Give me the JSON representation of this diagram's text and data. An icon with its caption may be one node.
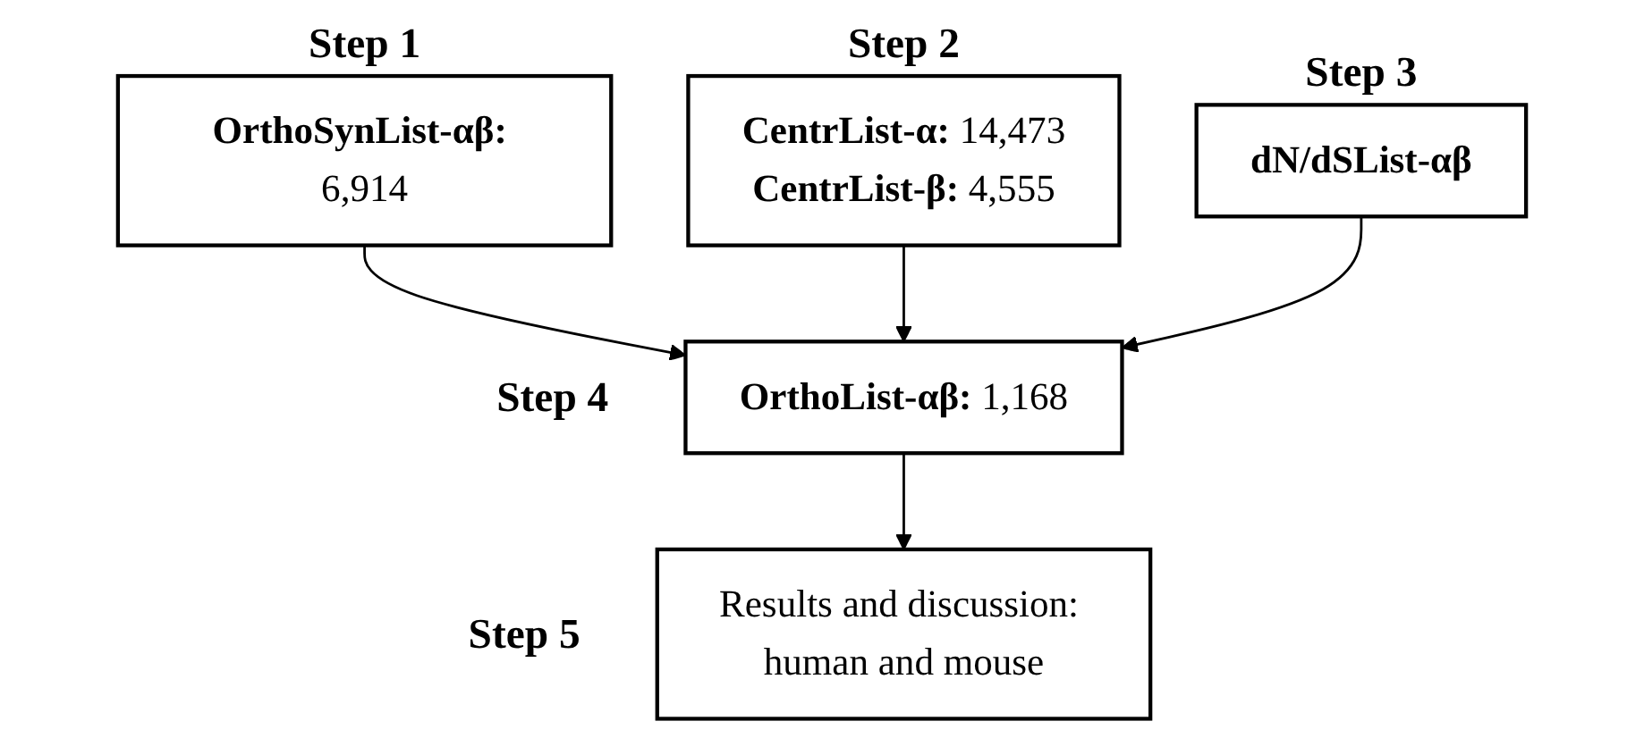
{
  "diagram": {
    "nodes": [
      {
        "text": [
          "**OrthoSynList-αβ:** 6,914"
        ],
        "beside": [
          "Step 1"
        ]
      },
      {
        "text": [
          "**CentrList-α:** 14,473",
          "**CentrList-β:** 4,555"
        ],
        "beside": [
          "Step 2"
        ]
      },
      {
        "text": [
          "dN/dSList-αβ"
        ],
        "beside": [
          "Step 3"
        ]
      },
      {
        "text": [
          "**OrthoList-αβ:** 1,168"
        ],
        "beside": [
          "Step 4"
        ]
      },
      {
        "text": [
          "Results and discussion: human and mouse"
        ],
        "beside": [
          "Step 5"
        ]
      }
    ],
    "edges": [
      {
        "from": 0,
        "to": 3,
        "arrow": "to"
      },
      {
        "from": 1,
        "to": 3,
        "arrow": "to"
      },
      {
        "from": 2,
        "to": 3,
        "arrow": "to"
      },
      {
        "from": 3,
        "to": 4,
        "arrow": "to"
      }
    ]
  }
}
